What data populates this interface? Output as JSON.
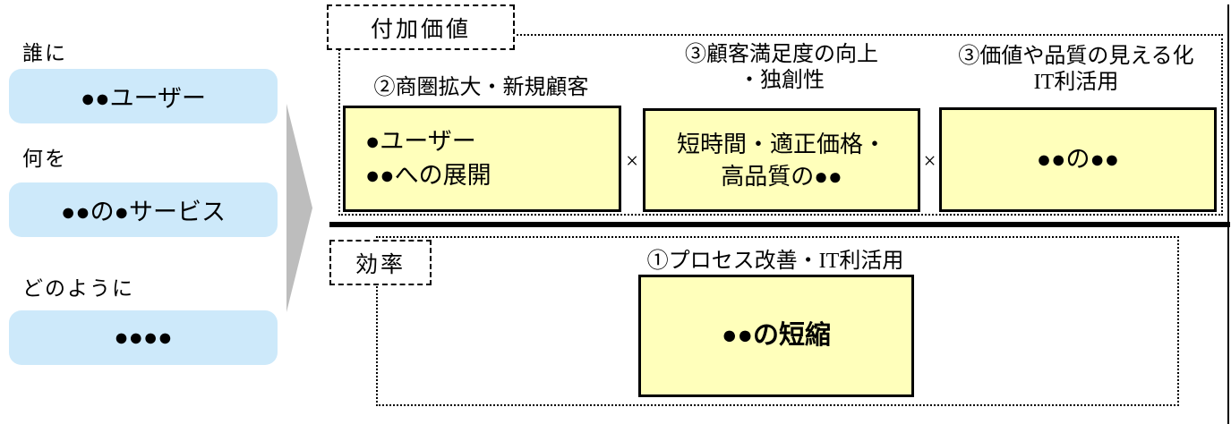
{
  "left_panel": {
    "items": [
      {
        "label": "誰に",
        "value": "●●ユーザー"
      },
      {
        "label": "何を",
        "value": "●●の●サービス"
      },
      {
        "label": "どのように",
        "value": "●●●●"
      }
    ]
  },
  "value_section": {
    "tag": "付加価値",
    "operator": "×",
    "columns": [
      {
        "header_lines": [
          "②商圏拡大・新規顧客"
        ],
        "box_lines": [
          "●ユーザー",
          "●●への展開"
        ]
      },
      {
        "header_lines": [
          "③顧客満足度の向上",
          "・独創性"
        ],
        "box_lines": [
          "短時間・適正価格・",
          "高品質の●●"
        ]
      },
      {
        "header_lines": [
          "③価値や品質の見える化",
          "IT利活用"
        ],
        "box_lines": [
          "●●の●●"
        ]
      }
    ]
  },
  "efficiency_section": {
    "tag": "効率",
    "header": "①プロセス改善・IT利活用",
    "box_text": "●●の短縮"
  },
  "colors": {
    "blue_box": "#cde9fa",
    "yellow_box": "#ffffbb",
    "arrow_gray": "#bdbdbd",
    "border_black": "#000000"
  }
}
